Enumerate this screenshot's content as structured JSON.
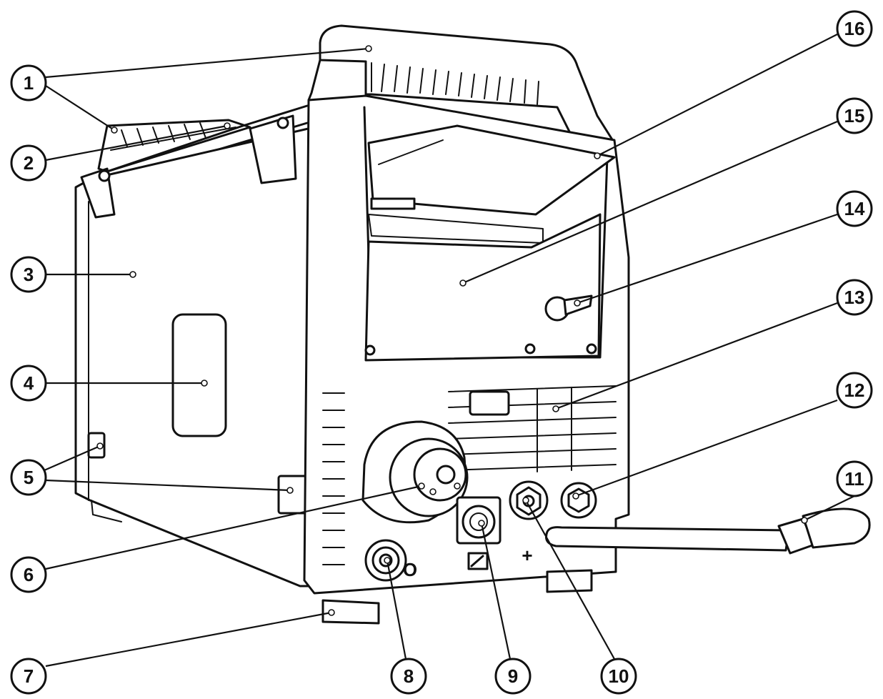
{
  "callouts": [
    {
      "label": "1"
    },
    {
      "label": "2"
    },
    {
      "label": "3"
    },
    {
      "label": "4"
    },
    {
      "label": "5"
    },
    {
      "label": "6"
    },
    {
      "label": "7"
    },
    {
      "label": "8"
    },
    {
      "label": "9"
    },
    {
      "label": "10"
    },
    {
      "label": "11"
    },
    {
      "label": "12"
    },
    {
      "label": "13"
    },
    {
      "label": "14"
    },
    {
      "label": "15"
    },
    {
      "label": "16"
    }
  ],
  "polarity": {
    "negative": "O",
    "positive": "+"
  },
  "colors": {
    "line": "#111111",
    "background": "#ffffff"
  }
}
